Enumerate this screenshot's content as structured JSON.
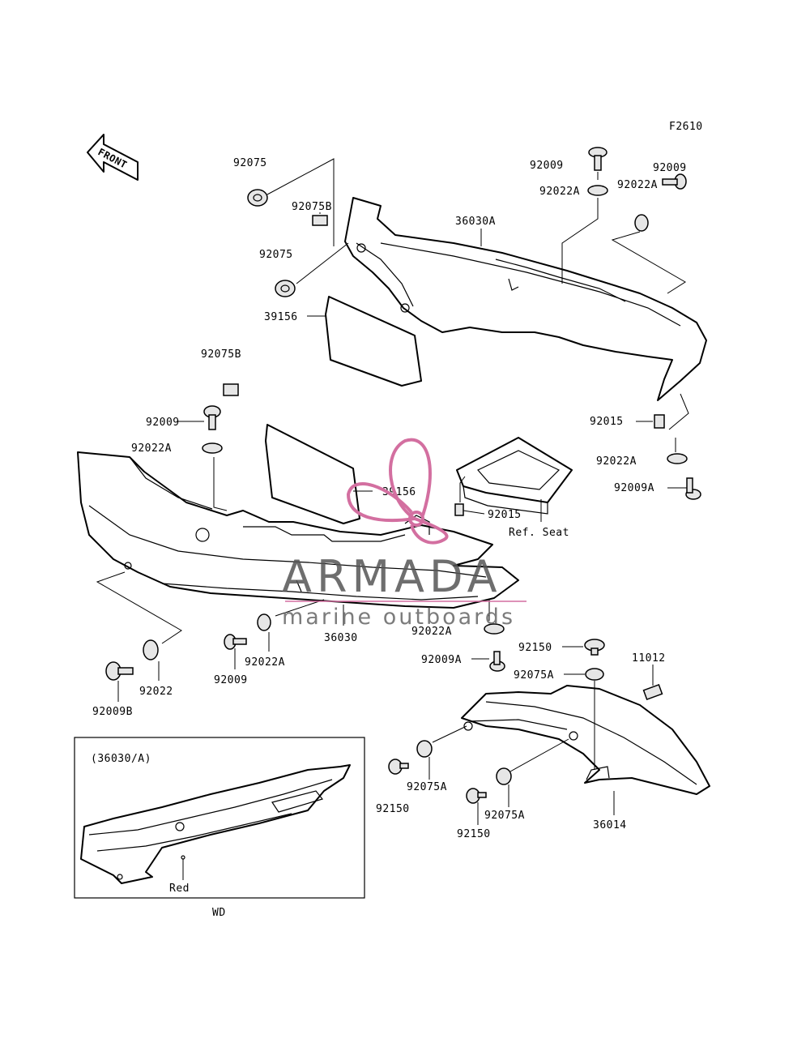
{
  "figure_code": "F2610",
  "front_arrow": "FRONT",
  "labels": {
    "p92075_top": "92075",
    "p92075B_top": "92075B",
    "p92075_mid": "92075",
    "p39156_top": "39156",
    "p36030A": "36030A",
    "p92009_top": "92009",
    "p92022A_top": "92022A",
    "p92009_right": "92009",
    "p92022A_right": "92022A",
    "p92075B_mid": "92075B",
    "p92009_left": "92009",
    "p92022A_left": "92022A",
    "p92015_right": "92015",
    "p92022A_lowright": "92022A",
    "p92009A_right": "92009A",
    "p39156_mid": "39156",
    "p92015_mid": "92015",
    "ref_seat": "Ref. Seat",
    "p36030": "36030",
    "p92022A_bottom": "92022A",
    "p92009_bottom": "92009",
    "p92022": "92022",
    "p92009B": "92009B",
    "p92022A_center": "92022A",
    "p92009A_center": "92009A",
    "p92150_top": "92150",
    "p92075A_top": "92075A",
    "p11012": "11012",
    "p92150_left": "92150",
    "p92075A_left": "92075A",
    "p92150_bottom": "92150",
    "p92075A_bottom": "92075A",
    "p36014": "36014"
  },
  "inset": {
    "ref": "(36030/A)",
    "color_note": "Red",
    "model": "WD"
  },
  "watermark": {
    "title": "ARMADA",
    "subtitle": "marine outboards",
    "color": "#d36fa0"
  }
}
